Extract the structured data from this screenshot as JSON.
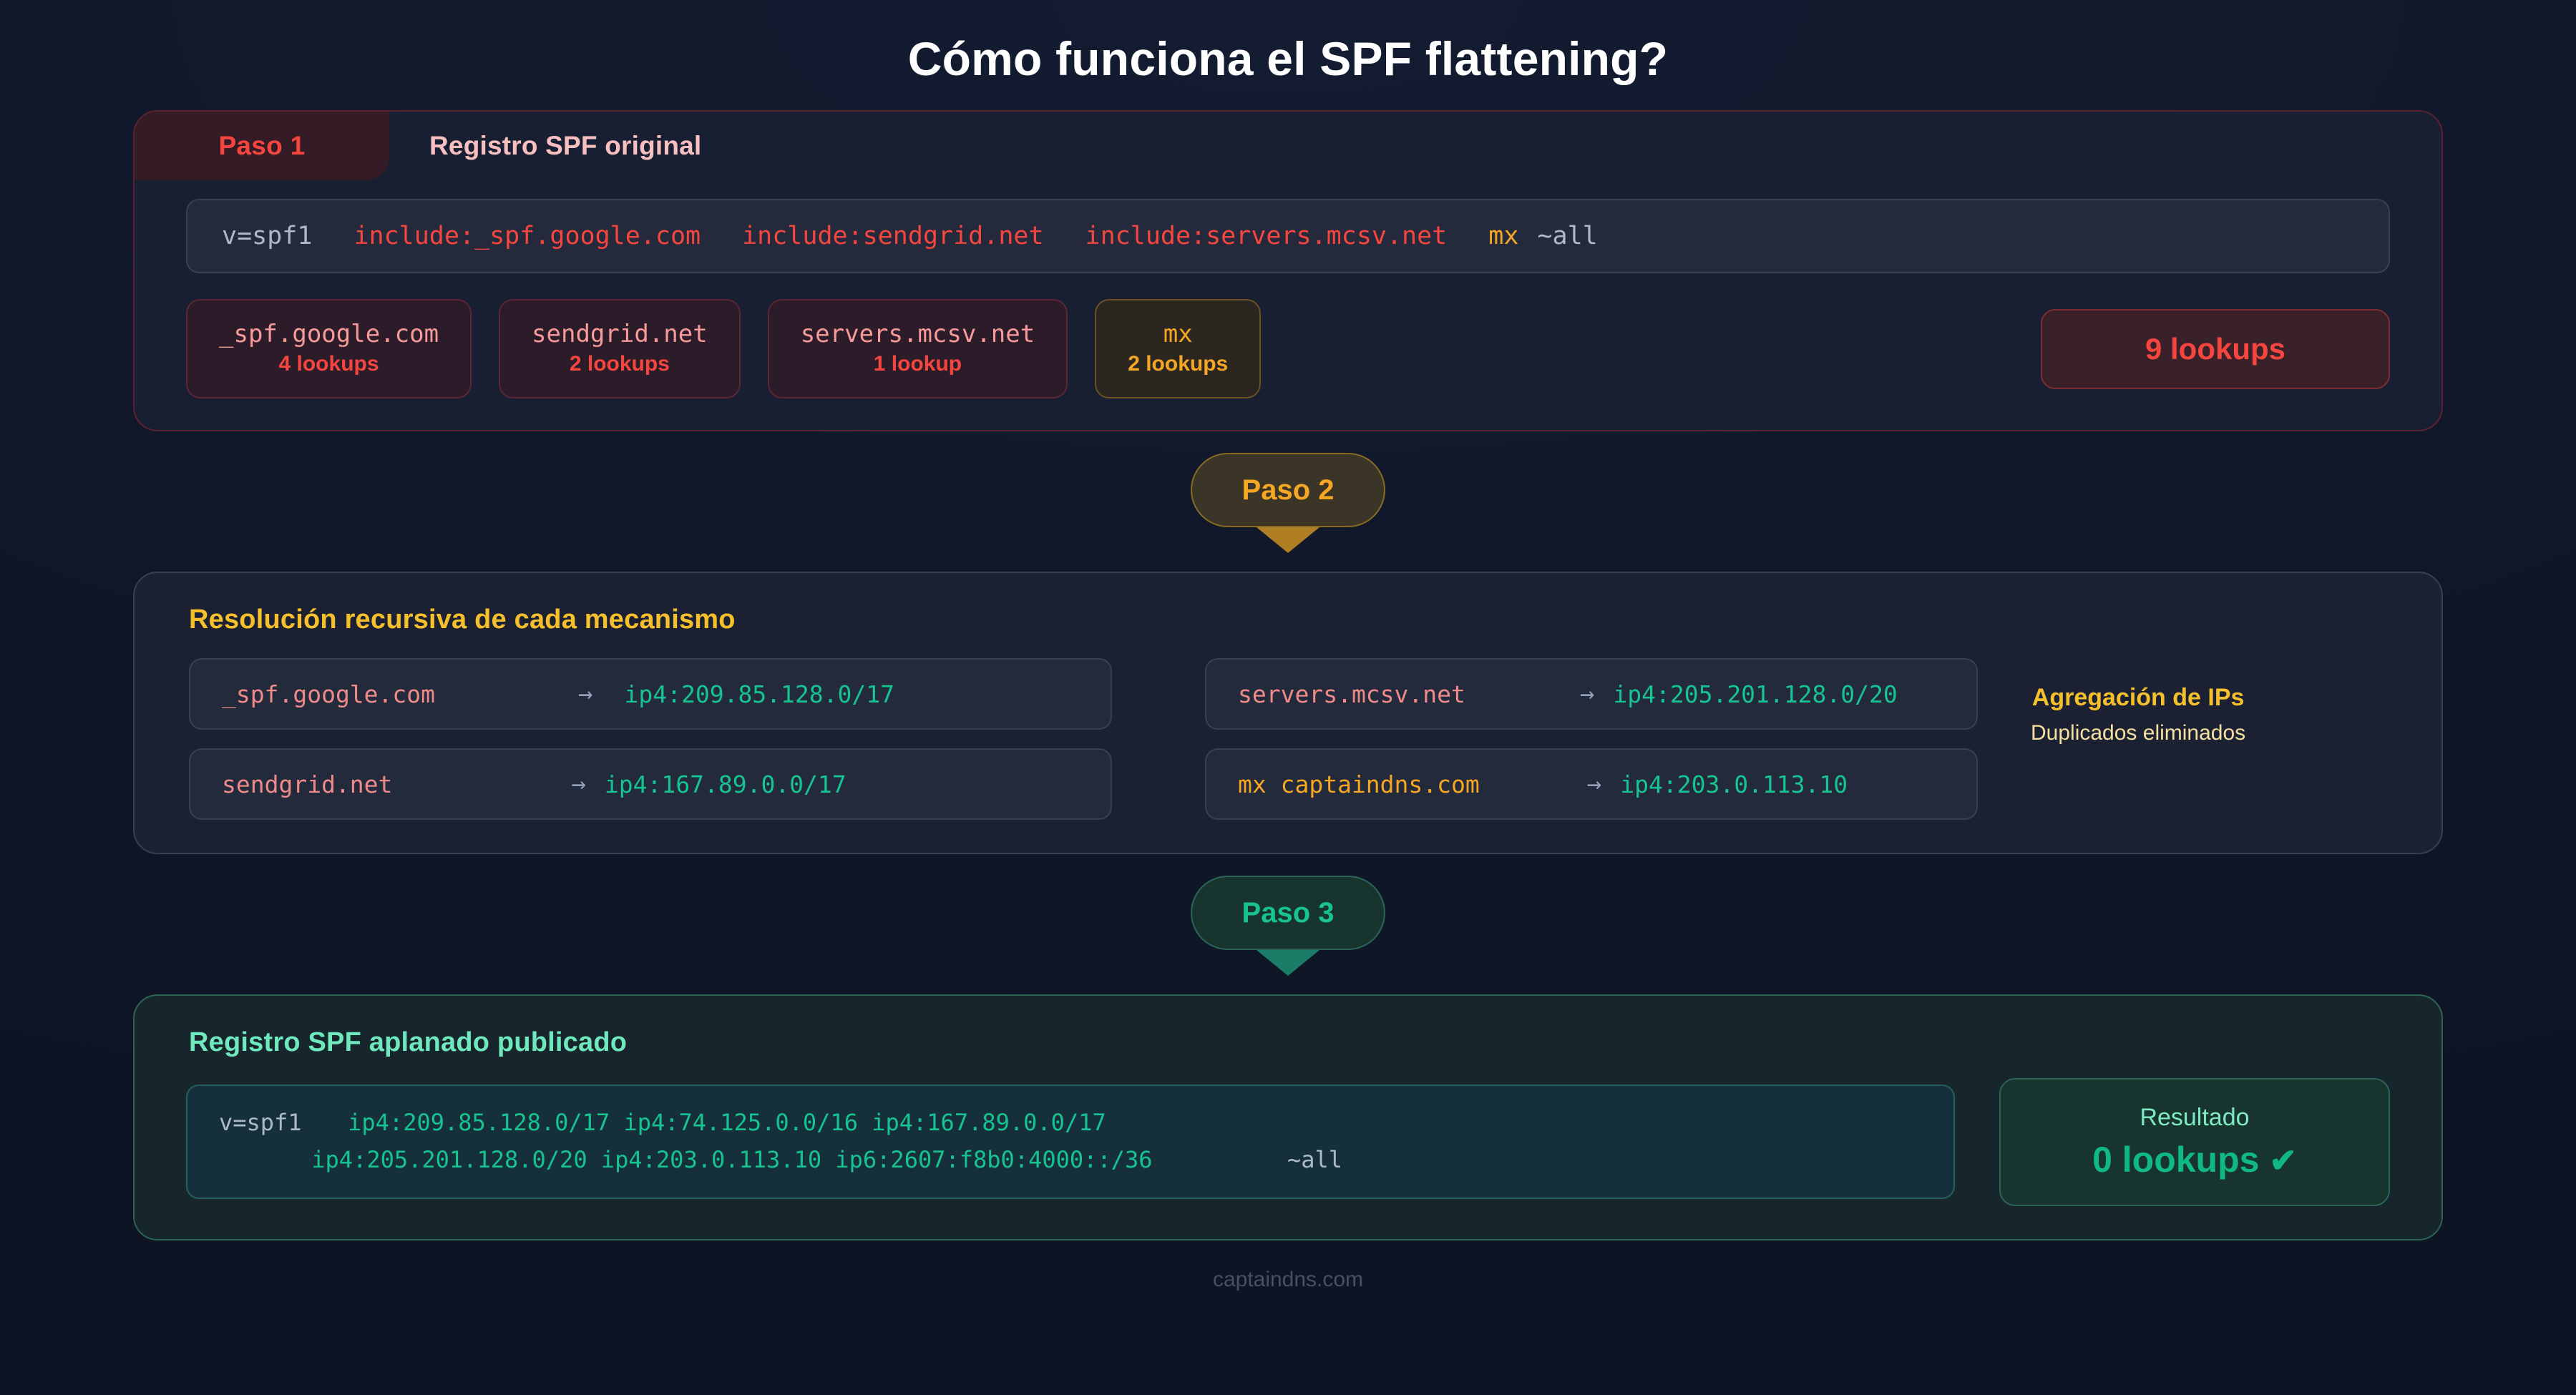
{
  "title": "Cómo funciona el SPF flattening?",
  "step1": {
    "tab_label": "Paso 1",
    "subtitle": "Registro SPF original",
    "record": {
      "version": "v=spf1",
      "include_google": "include:_spf.google.com",
      "include_sendgrid": "include:sendgrid.net",
      "include_mcsv": "include:servers.mcsv.net",
      "mx": "mx",
      "all": "~all"
    },
    "chips": [
      {
        "domain": "_spf.google.com",
        "count": "4 lookups",
        "tone": "red"
      },
      {
        "domain": "sendgrid.net",
        "count": "2 lookups",
        "tone": "red"
      },
      {
        "domain": "servers.mcsv.net",
        "count": "1 lookup",
        "tone": "red"
      },
      {
        "domain": "mx",
        "count": "2 lookups",
        "tone": "amber"
      }
    ],
    "total_badge": "9 lookups"
  },
  "connector2": {
    "pill_label": "Paso 2"
  },
  "step2": {
    "title": "Resolución recursiva de cada mecanismo",
    "left_rows": [
      {
        "source": "_spf.google.com",
        "arrow": "→",
        "ip": "ip4:209.85.128.0/17",
        "tone": "red"
      },
      {
        "source": "sendgrid.net",
        "arrow": "→",
        "ip": "ip4:167.89.0.0/17",
        "tone": "red"
      }
    ],
    "right_rows": [
      {
        "source": "servers.mcsv.net",
        "arrow": "→",
        "ip": "ip4:205.201.128.0/20",
        "tone": "red"
      },
      {
        "source": "mx captaindns.com",
        "arrow": "→",
        "ip": "ip4:203.0.113.10",
        "tone": "amber"
      }
    ],
    "aggregation_title": "Agregación de IPs",
    "aggregation_sub": "Duplicados eliminados"
  },
  "connector3": {
    "pill_label": "Paso 3"
  },
  "step3": {
    "title": "Registro SPF aplanado publicado",
    "record": {
      "version": "v=spf1",
      "line1": "ip4:209.85.128.0/17 ip4:74.125.0.0/16 ip4:167.89.0.0/17",
      "line2": "ip4:205.201.128.0/20 ip4:203.0.113.10 ip6:2607:f8b0:4000::/36",
      "all": "~all"
    },
    "result": {
      "label": "Resultado",
      "value": "0 lookups",
      "check": "✔"
    }
  },
  "footer": "captaindns.com",
  "colors": {
    "background": "#101729",
    "danger": "#f4463f",
    "warning": "#f5a623",
    "success": "#10b981",
    "muted": "#aeb8cc"
  }
}
